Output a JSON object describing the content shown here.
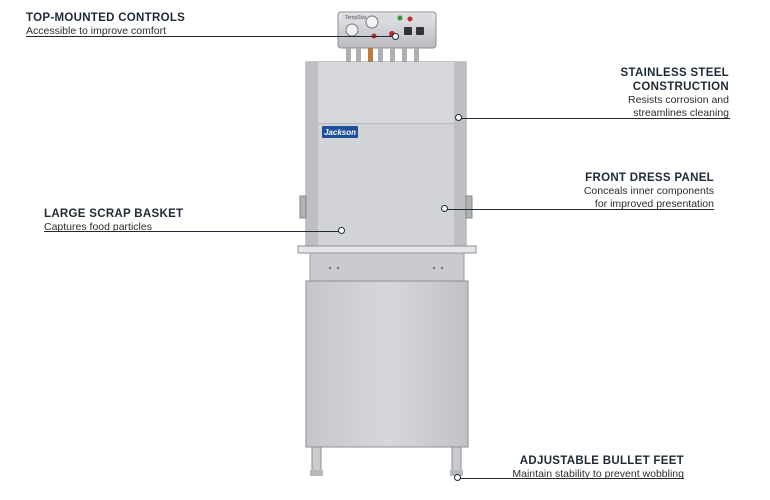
{
  "callouts": [
    {
      "id": "top-mounted-controls",
      "title": "TOP-MOUNTED CONTROLS",
      "lines": [
        "Accessible to improve comfort"
      ]
    },
    {
      "id": "stainless-steel-construction",
      "title_lines": [
        "STAINLESS STEEL",
        "CONSTRUCTION"
      ],
      "lines": [
        "Resists corrosion and",
        "streamlines cleaning"
      ]
    },
    {
      "id": "front-dress-panel",
      "title": "FRONT DRESS PANEL",
      "lines": [
        "Conceals inner components",
        "for improved presentation"
      ]
    },
    {
      "id": "large-scrap-basket",
      "title": "LARGE SCRAP BASKET",
      "lines": [
        "Captures food particles"
      ]
    },
    {
      "id": "adjustable-bullet-feet",
      "title": "ADJUSTABLE BULLET FEET",
      "lines": [
        "Maintain stability to prevent wobbling"
      ]
    }
  ],
  "product": {
    "brand_badge": "Jackson",
    "panel_label": "TempStar"
  },
  "colors": {
    "steel_light": "#dcdde0",
    "steel_mid": "#c6c8cc",
    "steel_dark": "#9a9ca1",
    "badge_blue": "#1e4f9a",
    "ink": "#1f2a36"
  }
}
